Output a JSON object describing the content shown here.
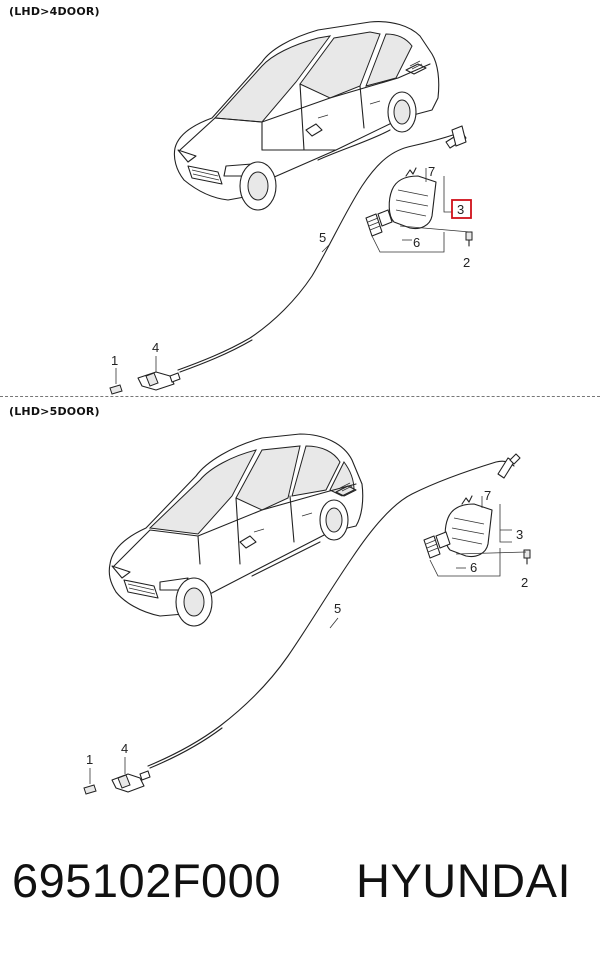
{
  "diagram": {
    "sections": [
      {
        "label": "(LHD>4DOOR)",
        "callouts": {
          "c1": "1",
          "c2": "2",
          "c3": "3",
          "c4": "4",
          "c5": "5",
          "c6": "6",
          "c7": "7"
        }
      },
      {
        "label": "(LHD>5DOOR)",
        "callouts": {
          "c1": "1",
          "c2": "2",
          "c3": "3",
          "c4": "4",
          "c5": "5",
          "c6": "6",
          "c7": "7"
        }
      }
    ],
    "highlight_color": "#d0101a"
  },
  "footer": {
    "part_number": "695102F000",
    "brand": "HYUNDAI"
  }
}
